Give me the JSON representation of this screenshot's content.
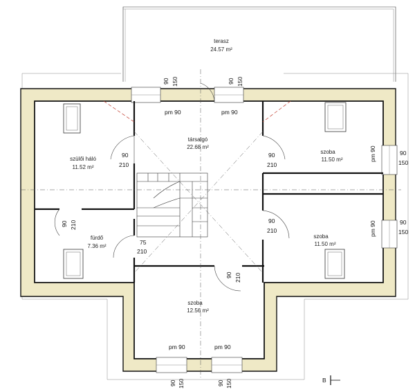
{
  "colors": {
    "insulation": "#efe9c6",
    "wall_line": "#111111",
    "red_line": "#c0392b",
    "background": "#ffffff"
  },
  "rooms": {
    "terrace": {
      "name": "terasz",
      "area": "24.57 m²"
    },
    "hall": {
      "name": "társalgó",
      "area": "22.68 m²"
    },
    "bedroom_parents": {
      "name": "szülői háló",
      "area": "11.52 m²"
    },
    "bathroom": {
      "name": "fürdő",
      "area": "7.36 m²"
    },
    "room_top_right": {
      "name": "szoba",
      "area": "11.50 m²"
    },
    "room_mid_right": {
      "name": "szoba",
      "area": "11.50 m²"
    },
    "room_bottom": {
      "name": "szoba",
      "area": "12.56 m²"
    }
  },
  "windows": {
    "top_left": "pm 90",
    "top_right": "pm 90",
    "bottom_left": "pm 90",
    "bottom_right": "pm 90",
    "right_upper": "pm 90",
    "right_lower": "pm 90"
  },
  "dimensions": {
    "top_a_width": "90",
    "top_a_height": "150",
    "top_b_width": "90",
    "top_b_height": "150",
    "bottom_a_width": "90",
    "bottom_a_height": "150",
    "bottom_b_width": "90",
    "bottom_b_height": "150",
    "right_upper_width": "90",
    "right_upper_height": "150",
    "right_lower_width": "90",
    "right_lower_height": "150",
    "door_bedroom_width": "90",
    "door_bedroom_height": "210",
    "door_right_upper_width": "90",
    "door_right_upper_height": "210",
    "door_right_lower_width": "90",
    "door_right_lower_height": "210",
    "door_bath_vertical_width": "90",
    "door_bath_vertical_height": "210",
    "door_bath_width": "75",
    "door_bath_height": "210",
    "door_bottom_width": "90",
    "door_bottom_height": "210"
  },
  "section_marker": "B"
}
